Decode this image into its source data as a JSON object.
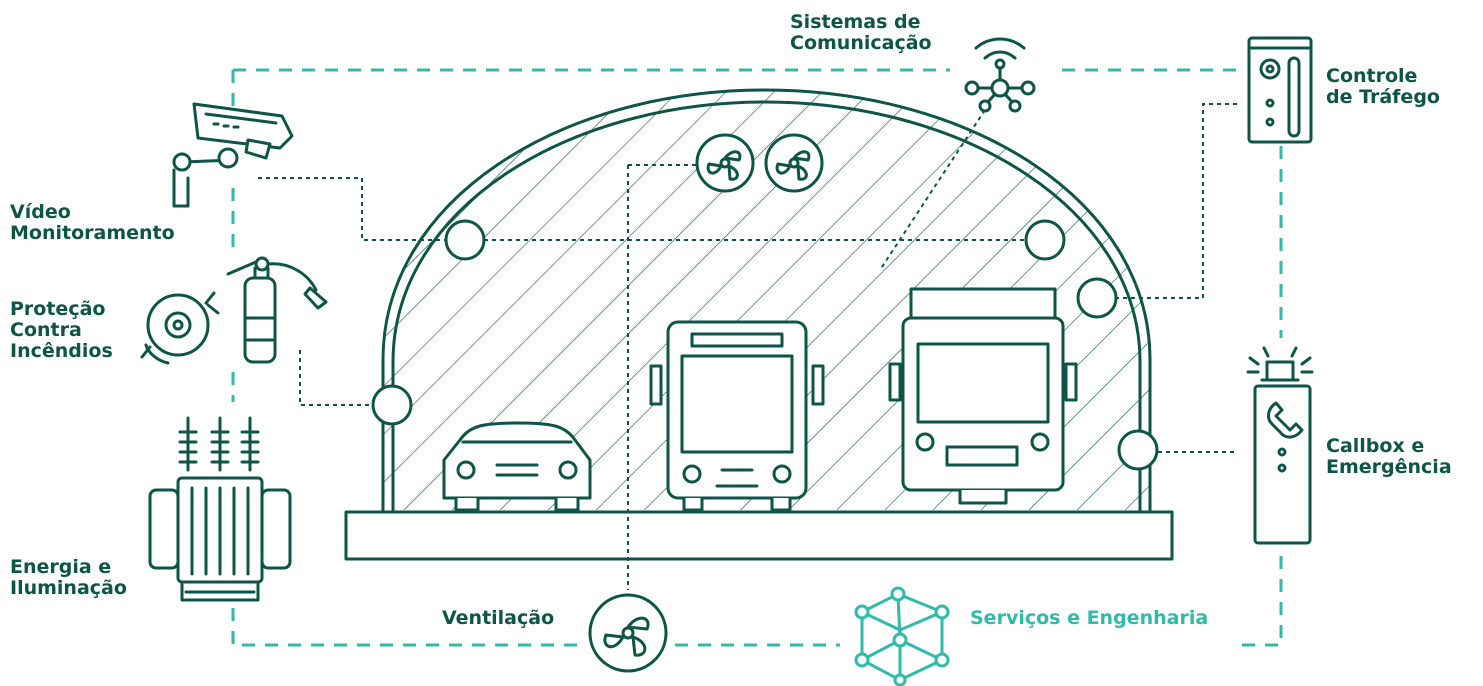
{
  "labels": {
    "comunicacao": [
      "Sistemas de",
      "Comunicação"
    ],
    "controle": [
      "Controle",
      "de Tráfego"
    ],
    "video": [
      "Vídeo",
      "Monitoramento"
    ],
    "incendio": [
      "Proteção",
      "Contra",
      "Incêndios"
    ],
    "callbox": [
      "Callbox e",
      "Emergência"
    ],
    "energia": [
      "Energia e",
      "Iluminação"
    ],
    "ventilacao": "Ventilação",
    "servicos": "Serviços e Engenharia"
  },
  "colors": {
    "ink": "#0d5547",
    "accent": "#2ebba8",
    "background": "#ffffff"
  },
  "icons": [
    "antenna-network-icon",
    "traffic-controller-icon",
    "cctv-camera-icon",
    "fire-alarm-bell-icon",
    "fire-extinguisher-icon",
    "transformer-icon",
    "callbox-siren-icon",
    "fan-icon",
    "cube-network-icon",
    "car-icon",
    "bus-icon",
    "truck-icon"
  ]
}
